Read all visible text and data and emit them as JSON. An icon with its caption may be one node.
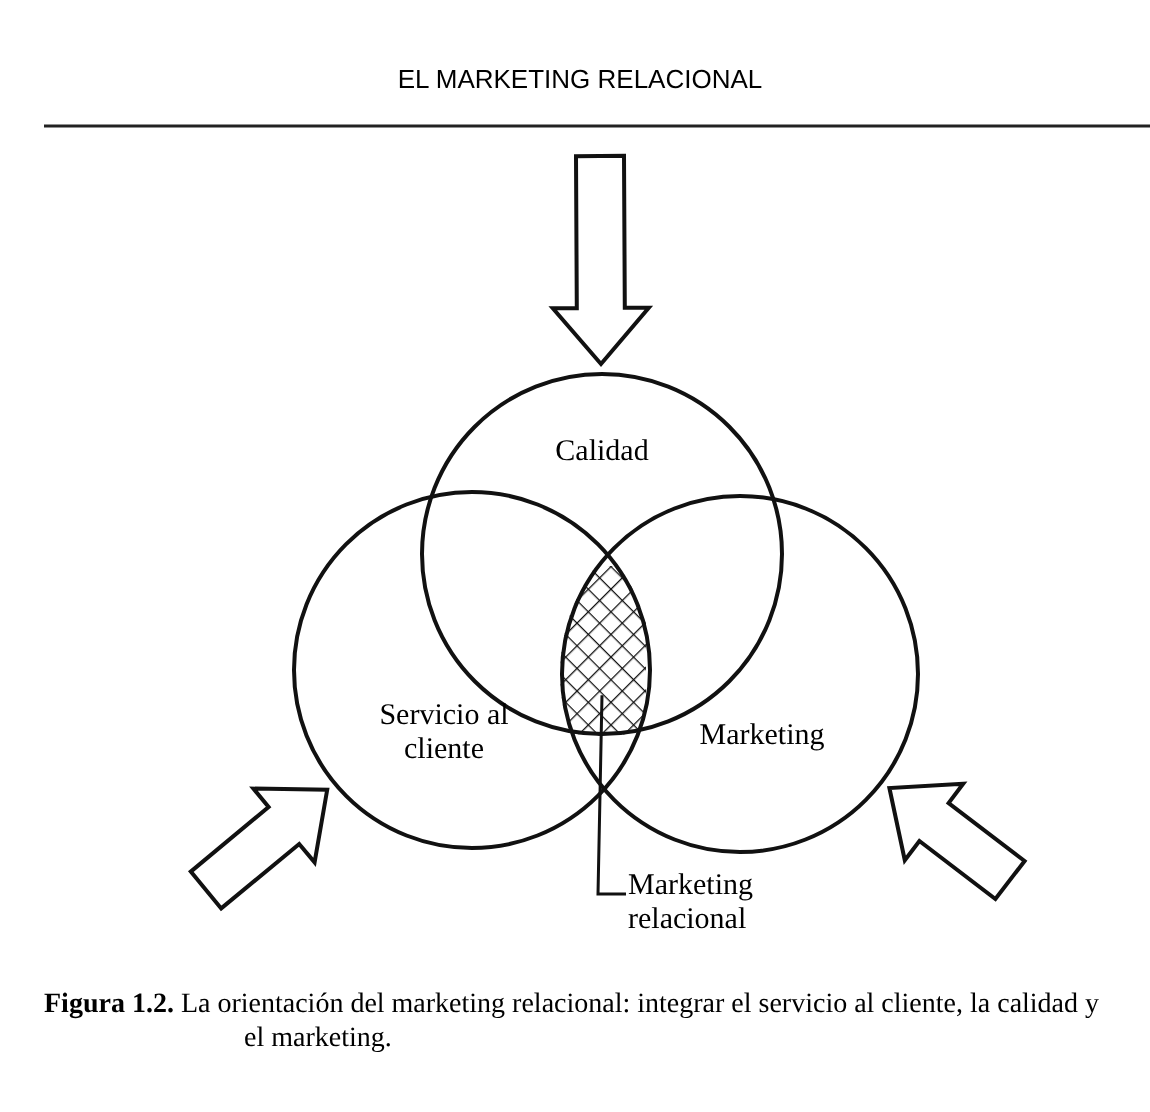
{
  "diagram": {
    "title": "EL MARKETING RELACIONAL",
    "caption": "**Figura 1.2.** La orientación del marketing relacional: integrar el servicio al cliente, la calidad y el marketing.",
    "nodes": [
      {
        "text": [
          "Calidad"
        ]
      },
      {
        "text": [
          "Servicio al cliente"
        ]
      },
      {
        "text": [
          "Marketing"
        ]
      },
      {
        "text": [],
        "shape": "lens"
      },
      {
        "text": [
          "Marketing relacional"
        ]
      }
    ],
    "edges": [
      {
        "from": null,
        "to": 0,
        "arrow": "to"
      },
      {
        "from": null,
        "to": 1,
        "arrow": "to"
      },
      {
        "from": null,
        "to": 2,
        "arrow": "to"
      },
      {
        "from": 4,
        "to": 3,
        "arrow": "none"
      }
    ]
  }
}
